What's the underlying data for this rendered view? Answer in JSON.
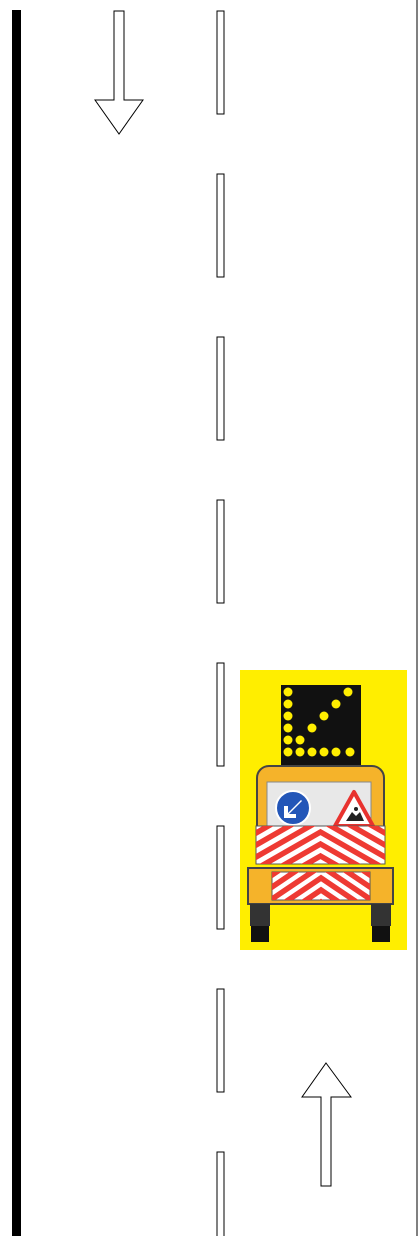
{
  "diagram": {
    "description_free": true,
    "lanes": [
      {
        "id": "lane-left",
        "direction": "down"
      },
      {
        "id": "lane-right",
        "direction": "up"
      }
    ],
    "center_line": {
      "style": "dashed"
    },
    "edge_lines": {
      "left": "solid-thick",
      "right": "solid-thin"
    },
    "vehicle": {
      "type": "road-works-truck",
      "icons": [
        "arrow-board-diagonal-icon",
        "keep-left-sign-icon",
        "roadworks-warning-sign-icon",
        "chevron-panel-icon"
      ]
    },
    "colors": {
      "background": "#ffffff",
      "edge_line": "#000000",
      "vehicle_background": "#ffee00",
      "truck_body": "#f5b32a",
      "arrow_board": "#111111",
      "arrow_board_lamps": "#ffee00",
      "keep_left_sign": "#2356b8",
      "warning_triangle": "#e8322e",
      "chevron_stripes": "#ee3a33",
      "tyres": "#222222"
    }
  }
}
